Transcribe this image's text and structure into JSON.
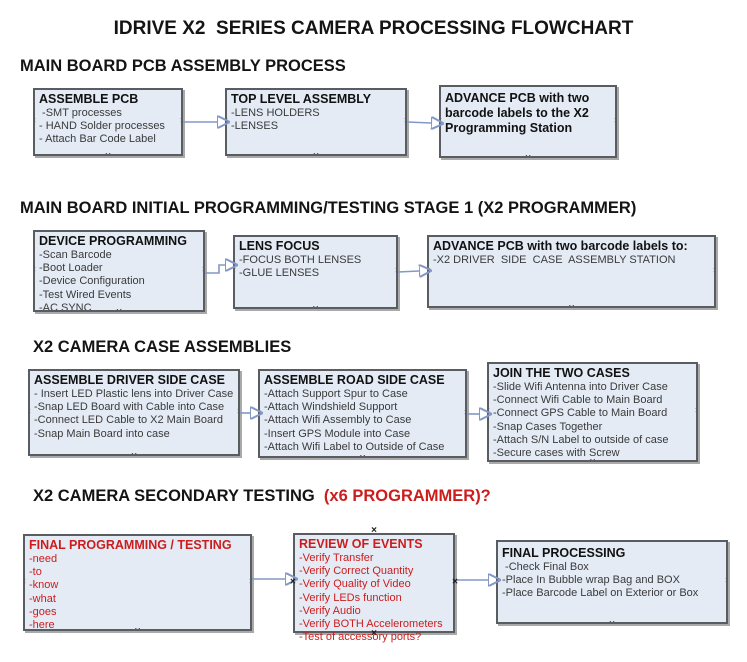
{
  "title": "IDRIVE X2  SERIES CAMERA PROCESSING FLOWCHART",
  "colors": {
    "box_fill": "#e4ebf5",
    "box_border": "#595c60",
    "arrow_line": "#8298c6",
    "arrow_head": "#26437e",
    "red_text": "#cc1d1d",
    "body_text": "#3a3a3a",
    "heading_text": "#141414"
  },
  "sections": [
    {
      "heading": "MAIN BOARD PCB ASSEMBLY PROCESS",
      "boxes": [
        {
          "title": "ASSEMBLE PCB",
          "items": [
            " -SMT processes",
            "- HAND Solder processes",
            "- Attach Bar Code Label"
          ]
        },
        {
          "title": "TOP LEVEL ASSEMBLY",
          "items": [
            "-LENS HOLDERS",
            "-LENSES"
          ]
        },
        {
          "title": "ADVANCE PCB with two barcode labels to the X2 Programming Station",
          "items": []
        }
      ]
    },
    {
      "heading": "MAIN BOARD INITIAL PROGRAMMING/TESTING STAGE 1 (X2 PROGRAMMER)",
      "boxes": [
        {
          "title": "DEVICE PROGRAMMING",
          "items": [
            "-Scan Barcode",
            "-Boot Loader",
            "-Device Configuration",
            "-Test Wired Events",
            "-AC SYNC"
          ]
        },
        {
          "title": "LENS FOCUS",
          "items": [
            "-FOCUS BOTH LENSES",
            "-GLUE LENSES"
          ]
        },
        {
          "title": "ADVANCE PCB with two barcode labels to:",
          "items": [
            "-X2 DRIVER  SIDE  CASE  ASSEMBLY STATION"
          ]
        }
      ]
    },
    {
      "heading": "X2 CAMERA CASE ASSEMBLIES",
      "boxes": [
        {
          "title": "ASSEMBLE DRIVER SIDE CASE",
          "items": [
            "- Insert LED Plastic lens into Driver Case",
            "-Snap LED Board with Cable into Case",
            "-Connect LED Cable to X2 Main Board",
            "-Snap Main Board into case"
          ]
        },
        {
          "title": "ASSEMBLE ROAD SIDE CASE",
          "items": [
            "-Attach Support Spur to Case",
            "-Attach Windshield Support",
            "-Attach Wifi Assembly to Case",
            "-Insert GPS Module into Case",
            "-Attach Wifi Label to Outside of Case"
          ]
        },
        {
          "title": "JOIN THE TWO CASES",
          "items": [
            "-Slide Wifi Antenna into Driver Case",
            "-Connect Wifi Cable to Main Board",
            "-Connect GPS Cable to Main Board",
            "-Snap Cases Together",
            "-Attach S/N Label to outside of case",
            "-Secure cases with Screw"
          ]
        }
      ]
    },
    {
      "heading": "X2 CAMERA SECONDARY TESTING ",
      "heading_red": " (x6 PROGRAMMER)?",
      "boxes": [
        {
          "title": "FINAL PROGRAMMING / TESTING",
          "items": [
            "-need",
            "-to",
            "-know",
            "-what",
            "-goes",
            "-here"
          ]
        },
        {
          "title": "REVIEW OF EVENTS",
          "items": [
            "-Verify Transfer",
            "-Verify Correct Quantity",
            "-Verify Quality of Video",
            "-Verify LEDs function",
            "-Verify Audio",
            "-Verify BOTH Accelerometers",
            "-Test of accessory ports?"
          ]
        },
        {
          "title": "FINAL PROCESSING",
          "items": [
            " -Check Final Box",
            "-Place In Bubble wrap Bag and BOX",
            "-Place Barcode Label on Exterior or Box"
          ]
        }
      ]
    }
  ]
}
